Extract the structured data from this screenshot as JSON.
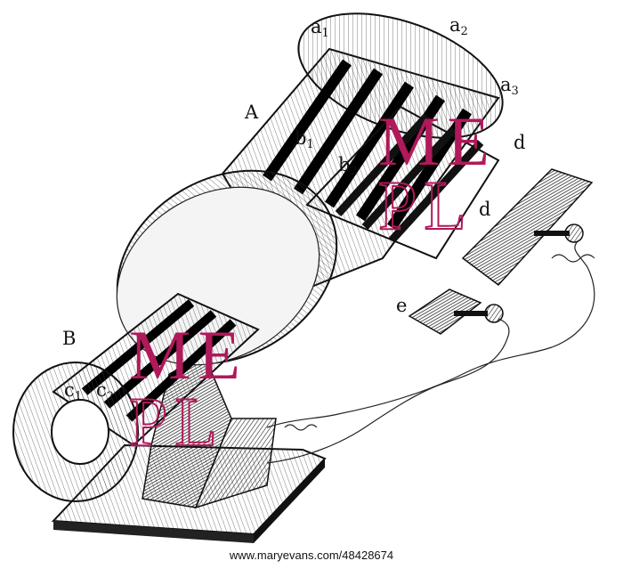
{
  "labels": {
    "a1": {
      "base": "a",
      "sub": "1"
    },
    "a2": {
      "base": "a",
      "sub": "2"
    },
    "a3": {
      "base": "a",
      "sub": "3"
    },
    "A": "A",
    "b1": {
      "base": "b",
      "sub": "1"
    },
    "b2": {
      "base": "b",
      "sub": "2"
    },
    "d_top": "d",
    "d_inner": "d",
    "e": "e",
    "B": "B",
    "c1": {
      "base": "c",
      "sub": "1"
    },
    "c2": {
      "base": "c",
      "sub": "2"
    }
  },
  "watermark": {
    "line1": "ME",
    "line2": "PL",
    "color": "#b0195a"
  },
  "caption": "www.maryevans.com/48428674"
}
